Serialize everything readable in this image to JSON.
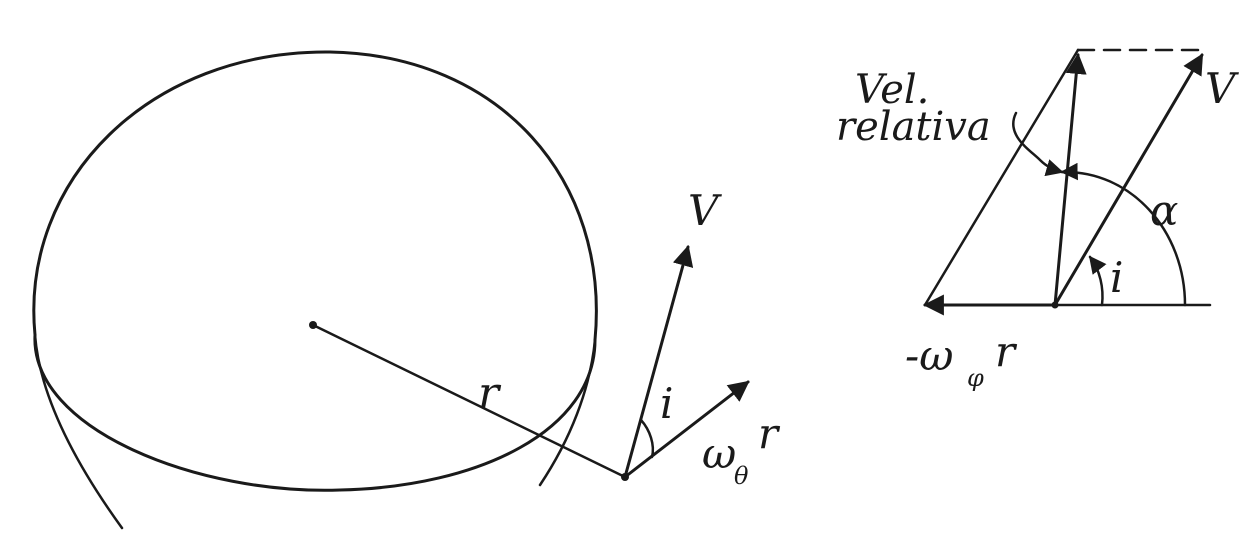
{
  "left_figure": {
    "labels": {
      "radius": "r",
      "velocity": "V",
      "angle": "i",
      "tangential_velocity": "ω",
      "tangential_velocity_subscript": "θ",
      "tangential_velocity_r": "r"
    }
  },
  "right_figure": {
    "labels": {
      "relative_velocity": "Vel.",
      "relative_velocity_line2": "relativa",
      "velocity": "V",
      "angle_alpha": "α",
      "angle_i": "i",
      "negative_tangential": "-ω",
      "negative_tangential_subscript": "φ",
      "negative_tangential_r": "r"
    }
  }
}
